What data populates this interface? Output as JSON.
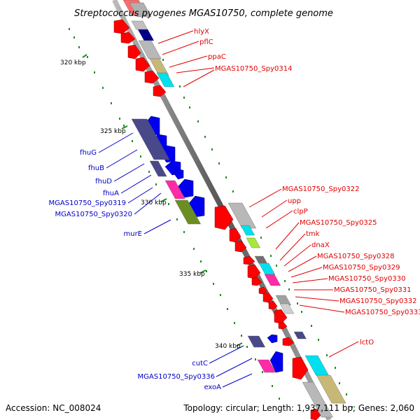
{
  "header": {
    "title": "Streptococcus pyogenes MGAS10750, complete genome"
  },
  "footer": {
    "accession": "Accession: NC_008024",
    "topology": "Topology: circular; Length: 1,937,111 bp; Genes: 2,060"
  },
  "scale_labels": [
    "320 kbp",
    "325 kbp",
    "330 kbp",
    "335 kbp",
    "340 kbp"
  ],
  "forward_genes": [
    "hlyX",
    "pflC",
    "ppaC",
    "MGAS10750_Spy0314",
    "MGAS10750_Spy0322",
    "upp",
    "clpP",
    "MGAS10750_Spy0325",
    "tmk",
    "dnaX",
    "MGAS10750_Spy0328",
    "MGAS10750_Spy0329",
    "MGAS10750_Spy0330",
    "MGAS10750_Spy0331",
    "MGAS10750_Spy0332",
    "MGAS10750_Spy0333",
    "lctO"
  ],
  "reverse_genes": [
    "fhuG",
    "fhuB",
    "fhuD",
    "fhuA",
    "MGAS10750_Spy0319",
    "MGAS10750_Spy0320",
    "murE",
    "cutC",
    "MGAS10750_Spy0336",
    "exoA"
  ],
  "colors": {
    "forward_cds": "#ff0000",
    "reverse_cds": "#0000ee",
    "backbone": "#888888",
    "tick": "#228B22",
    "forward_label": "#e00000",
    "reverse_label": "#0000c8"
  }
}
